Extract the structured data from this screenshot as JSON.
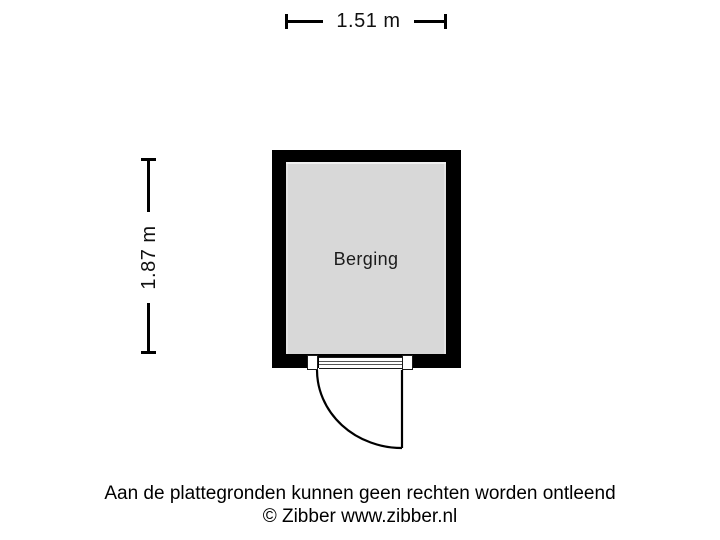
{
  "dimensions": {
    "horizontal": {
      "label": "1.51 m"
    },
    "vertical": {
      "label": "1.87 m"
    }
  },
  "room": {
    "name": "Berging"
  },
  "footer": {
    "disclaimer": "Aan de plattegronden kunnen geen rechten worden ontleend",
    "credit": "© Zibber www.zibber.nl"
  },
  "colors": {
    "wall": "#000000",
    "floor": "#d8d8d8",
    "background": "#ffffff",
    "text": "#000000"
  }
}
